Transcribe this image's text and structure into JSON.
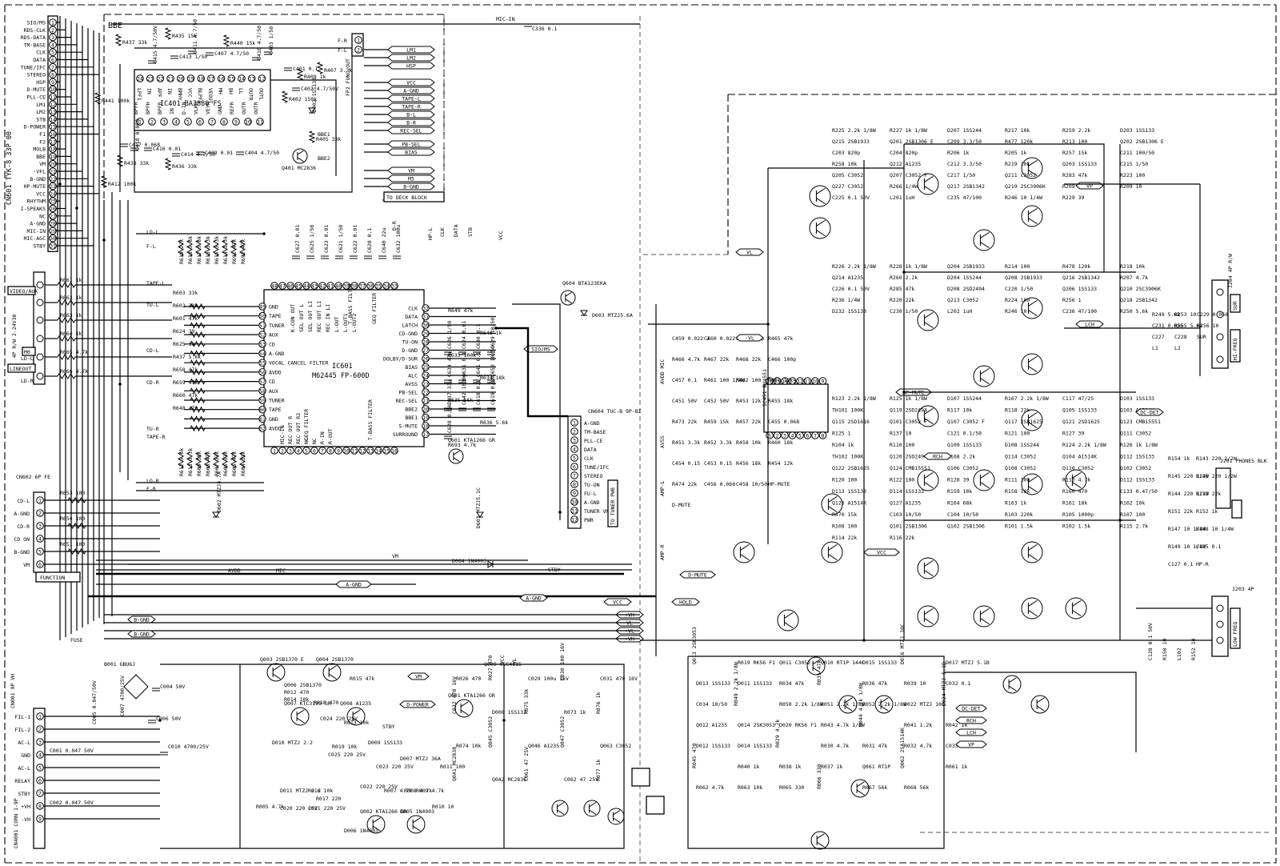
{
  "cn601": {
    "title": "CN601 TYK-8 33P 00",
    "pins": [
      "SIO/MS",
      "RDS-CLK",
      "RDS-DATA",
      "TM-BASE",
      "CLK",
      "DATA",
      "TUNE/IFC",
      "STEREO",
      "HSP",
      "D-MUTE",
      "PLL-CE",
      "LM1",
      "LM2",
      "STB",
      "D-POWER",
      "F1",
      "F2",
      "MOLB",
      "BBE",
      "VM",
      "-VFL",
      "B-GND",
      "HP-MUTE",
      "VCC",
      "RHYTHM",
      "I-SPEAKS",
      "NC",
      "A-GND",
      "MIC-IN",
      "MIC-AGC",
      "STBY"
    ]
  },
  "cn4": {
    "title": "4P R/W 2-24V30",
    "pins": [
      "VIDEO/AUX",
      "LD-L",
      "LD-R"
    ],
    "resistors": [
      "R661 1k",
      "R662 1k",
      "R663 1k",
      "R664 1k",
      "R665 4.7k",
      "R666 4.7k"
    ],
    "other_labels": [
      "M0",
      "LINEOUT",
      "LD-R"
    ]
  },
  "cn602": {
    "title": "CN602 6P FE",
    "pins": [
      "CD-L",
      "A-GND",
      "CD-R",
      "CD ON",
      "B-GND",
      "VM"
    ],
    "resistors": [
      "R653 100",
      "R654 100",
      "R651 100"
    ],
    "footer": "FUNCTION"
  },
  "cn001": {
    "title": "CN001 9P VH",
    "pins": [
      "FIL-1",
      "FIL-2",
      "AC-L",
      "GND",
      "AC-L",
      "RELAY",
      "STBY",
      "+VH",
      "-VH"
    ],
    "footer": "CN4001 CORN 1-9P"
  },
  "bbe": {
    "title": "BBE",
    "ic_label": "IC401 BA3880 FS",
    "ic_pins_top": [
      "LPF1",
      "IN",
      "APF",
      "IN",
      "BMHY",
      "VCC",
      "BLPF1",
      "VEOUT",
      "MH",
      "BH",
      "LL",
      "OUTR",
      "OUTL"
    ],
    "ic_pins_bottom": [
      "BPFR",
      "BPFH",
      "BPFR",
      "IN",
      "D-IN",
      "VLKR",
      "VEYR",
      "GND",
      "REFR",
      "OUTR",
      "OUTR"
    ],
    "resistors": [
      "R437 33k",
      "R435 15k",
      "R441 100k",
      "R438 33k",
      "R436 33k",
      "R412 100k",
      "R440 15k",
      "R409 1k",
      "R407 3.3k",
      "R402 150k",
      "R405 33k"
    ],
    "capacitors": [
      "C415 4.7/50V",
      "C413 1/50",
      "C417 0.068",
      "C418 0.068",
      "C416 0.01",
      "C414 4.7/50",
      "C411 4.7/50",
      "C407 4.7/50",
      "C409 0.01",
      "C410 4.7/50",
      "C401 0.1",
      "C404 4.7/50",
      "C403 1/50",
      "C402 4.7/50V"
    ],
    "transistor": "Q401 MC2836",
    "diode": "D402 1SS133",
    "other": [
      "BBE1",
      "BBE2"
    ],
    "fp2_label": "FP2 FUNC.OUT",
    "fp2_pins": [
      "F-R",
      "F-L"
    ]
  },
  "deck": {
    "top": [
      "LM1",
      "LM2",
      "HSP"
    ],
    "mid": [
      "VCC",
      "A-GND",
      "TAPE-L",
      "TAPE-R",
      "B-L",
      "B-R",
      "REC-SEL"
    ],
    "mid2": [
      "PB-SEL",
      "BIAS"
    ],
    "bot": [
      "VM",
      "M5",
      "B-GND"
    ],
    "block_label": "TO DECK BLOCK"
  },
  "mic_in": {
    "label": "MIC-IN",
    "cap": "C336 0.1"
  },
  "ic601": {
    "label": "IC601",
    "part": "M62445 FP-600D",
    "left_pins": [
      [
        "49",
        "GND"
      ],
      [
        "50",
        "TAPE"
      ],
      [
        "51",
        "TUNER"
      ],
      [
        "52",
        "AUX"
      ],
      [
        "53",
        "CD"
      ],
      [
        "54",
        "A-GND"
      ],
      [
        "55",
        "VOCAL CANCEL FILTER"
      ],
      [
        "56",
        "AVDD"
      ],
      [
        "57",
        "CD"
      ],
      [
        "58",
        "AUX"
      ],
      [
        "59",
        "TUNER"
      ],
      [
        "60",
        "TAPE"
      ],
      [
        "61",
        "GND"
      ],
      [
        "62",
        "AVDD"
      ]
    ],
    "right_pins": [
      [
        "32",
        "CLK"
      ],
      [
        "31",
        "DATA"
      ],
      [
        "30",
        "LATCH"
      ],
      [
        "29",
        "CD-GND"
      ],
      [
        "28",
        "TU-ON"
      ],
      [
        "27",
        "D-GND"
      ],
      [
        "26",
        "DOLBY/D-SUR"
      ],
      [
        "25",
        "BIAS"
      ],
      [
        "24",
        "ALC"
      ],
      [
        "23",
        "AVSS"
      ],
      [
        "22",
        "PB-SEL"
      ],
      [
        "21",
        "REC-SEL"
      ],
      [
        "20",
        "BBE2"
      ],
      [
        "19",
        "BBE1"
      ],
      [
        "18",
        "S-MUTE"
      ],
      [
        "17",
        "SURROUND"
      ]
    ],
    "top_pins": [
      "K-CON OUT",
      "SEL OUT L",
      "SEL OUT LI",
      "REC OUT LI",
      "REC IN LI",
      "L-OUT",
      "L-OUT1",
      "L-OUT2"
    ],
    "bottom_pins": [
      "MIC-IN",
      "REC OUT R",
      "REC OUT R2",
      "NC",
      "NC",
      "R-IN",
      "R-OUT"
    ],
    "filters": [
      "GEQ FILTER",
      "T-BASS FILTER",
      "GEQ FILTER",
      "T-BASS FILTER"
    ],
    "resistors": [
      "R619 22k",
      "R618 5.6k",
      "R617 5.6k",
      "R616 3.3k",
      "R615 3.3k",
      "R614 1.5k",
      "R691 47k",
      "R692 47k",
      "R610 22k",
      "R611 5.6k",
      "R612 5.6k",
      "R613 3.3k",
      "R609 18k",
      "R608 47k",
      "R607 33k",
      "R606 33k",
      "R605 47k",
      "R604 33k",
      "R603 33k",
      "R602 33k",
      "R601 47k",
      "R624 39",
      "R625 10",
      "R437 5.6k",
      "R658 47k",
      "R659 47k",
      "R660 47k",
      "R648 470",
      "R649 47k",
      "R646 1k",
      "R633 100k",
      "R634 18k",
      "R635 56k",
      "R636 5.6k",
      "R693 4.7k"
    ],
    "capacitors": [
      "C627 0.01",
      "C625 1/50",
      "C623 0.01",
      "C621 1/50",
      "C622 0.01",
      "C620 0.1",
      "C640 22u",
      "C632 100u",
      "C626 1/50",
      "C624 0.01",
      "C630 0.1",
      "C629 10/50",
      "C634 47u",
      "C631 0.1",
      "C641 0.1",
      "C650 10/50",
      "C637 33u",
      "C642 1000p",
      "C618 0.1",
      "C619 0.18",
      "C628 0.047"
    ],
    "lines": [
      "TAPE-L",
      "TU-L",
      "CD-L",
      "CD-R",
      "TU-R",
      "TAPE-R",
      "LO-R",
      "F-R",
      "LO-L",
      "F-L",
      "D-L",
      "D-R",
      "HP-L",
      "CLK",
      "DATA",
      "STB",
      "VCC",
      "SIO/MS"
    ],
    "transistors": [
      "Q604 BTA123EKA",
      "Q601 KTA1266 GR"
    ],
    "diodes": [
      "D603 MTZJ5.6A",
      "D601 MTZJ5.1C",
      "D602 MTZJ4.7A"
    ],
    "cn604": {
      "title": "CN604 TUC-B 9P-BI",
      "pins": [
        "A-GND",
        "TM-BASE",
        "PLL-CE",
        "DATA",
        "CLK",
        "TUNE/IFC",
        "STEREO",
        "TU-ON",
        "FU-L",
        "A-GND",
        "TUNER VM",
        "PWR"
      ],
      "footer": "TO TUNER PWB"
    }
  },
  "bus": {
    "labels": [
      "AVDD",
      "MIC",
      "VM",
      "D064 1N4003",
      "STBY",
      "A-GND",
      "B-GND",
      "VCC",
      "+VH",
      "-VH",
      "VL",
      "-VL"
    ]
  },
  "power": {
    "labels": [
      "FUSE",
      "B001 GBU6J",
      "C004 50V",
      "C005 0.047/50V",
      "C006 50V",
      "C007 4700/25V",
      "C010 4700/25V",
      "C001 0.047 50V",
      "C002 0.047 50V",
      "Q003 2SB1370 E",
      "Q004 2SB1370",
      "Q009 2SB1370",
      "Q006 2SB1370",
      "R012 470",
      "R014 10k",
      "R015 47k",
      "R019 10k",
      "R018 470",
      "R013 10k",
      "D009 1SS133",
      "D010 MTZJ 2.2",
      "D011 MTZJ 2.2",
      "R016 10k",
      "C020 220 25V",
      "C021 220 25V",
      "C022 220 25V",
      "C023 220 25V",
      "C024 220 25V",
      "C025 220 25V",
      "R017 220",
      "Q007 KTC3199 GR",
      "Q008 A1235",
      "Q001 KTA1266 GR",
      "Q002 KTA1266 GR",
      "D005 1N4003",
      "D006 1N4003",
      "D007 MTZJ 36A",
      "R007 4.7k",
      "R008 4.7k",
      "R009 4.7k",
      "R010 10",
      "R011 100",
      "R005 4.7k",
      "D-POWER",
      "STBY",
      "VM",
      "VCC",
      "VL"
    ],
    "regulator": [
      "Q009 CCC4115",
      "R026 470",
      "R027 470",
      "C029 100u 16V",
      "C030 100 16V",
      "C031 470 16V",
      "C032 470 16V",
      "D008 1SS133",
      "R075 33k",
      "R073 1k",
      "R076 1k",
      "R074 10k",
      "Q045 C3052",
      "Q046 A1235",
      "Q047 C3052",
      "Q063 C3052",
      "Q0A1 MC2838",
      "Q0A2 MC2836",
      "C061 47 25V",
      "C062 47 25V",
      "R077 1k"
    ]
  },
  "amp": {
    "top": [
      "R225 2.2k 1/8W",
      "R227 1k 1/8W",
      "D207 1SS244",
      "R217 10k",
      "R259 2.2k",
      "D203 1SS133",
      "Q215 2SB1933",
      "Q201 2SB1306 E",
      "C209 3.3/50",
      "R477 120k",
      "R213 100",
      "Q202 2SB1306 E",
      "C203 820p",
      "C204 820p",
      "R206 1k",
      "R205 1k",
      "R257 15k",
      "C211 100/50",
      "R258 10k",
      "Q212 A1235",
      "C212 3.3/50",
      "R219 10k",
      "Q203 1SS133",
      "C215 1/50",
      "Q205 C3052",
      "Q207 C3052 F",
      "C217 1/50",
      "Q211 C3052",
      "R283 47k",
      "R223 100",
      "Q227 C3052",
      "R266 1/4W",
      "Q217 2SB1342",
      "Q219 2SC3906K",
      "R209 1",
      "R209 10",
      "C225 0.1 50V",
      "L201 1uH",
      "C235 47/100",
      "R246 10 1/4W",
      "R229 39"
    ],
    "mid": [
      "R226 2.2k 1/8W",
      "R228 1k 1/8W",
      "Q204 2SB1933",
      "R214 100",
      "R478 120k",
      "R218 10k",
      "Q214 A1235",
      "R260 2.2k",
      "D204 1SS244",
      "Q208 2SB1933",
      "Q216 2SB1342",
      "R207 4.7k",
      "C226 0.1 50V",
      "R285 47k",
      "D208 2SD2494",
      "C220 1/50",
      "Q206 1SS133",
      "Q210 2SC3906K",
      "R236 1/4W",
      "R220 22k",
      "Q213 C3052",
      "R224 100",
      "R256 1",
      "Q218 2SB1342",
      "D232 1SS133",
      "C230 1/50",
      "L202 1uH",
      "R246 10",
      "C236 47/100",
      "R250 5.6k"
    ],
    "low": [
      "R123 2.2k 1/8W",
      "R125 1k 1/8W",
      "D107 1SS244",
      "R167 2.2k 1/8W",
      "C117 47/25",
      "D103 1SS133",
      "TH101 100K",
      "Q119 2SD2494",
      "R117 10k",
      "R118 22k",
      "Q105 1SS133",
      "Q103 A1514K",
      "Q115 2SD1616",
      "Q101 C3052 F",
      "Q107 C3052 F",
      "Q117 2SB1625",
      "Q121 2SD1625",
      "Q123 CMB15551",
      "R125 1",
      "R137 10",
      "C121 0.1/50",
      "R121 100",
      "R127 39",
      "Q111 C3052",
      "R104 1k",
      "R110 100",
      "Q109 1SS133",
      "D108 1SS244",
      "R124 2.2k 1/8W",
      "R126 1k 1/8W",
      "TH102 100K",
      "Q120 2SD2494",
      "R168 2.2k",
      "Q114 C3052",
      "Q104 A1514K",
      "Q112 1SS133",
      "Q122 2SB1625",
      "Q124 CMB15551",
      "Q106 C3052",
      "Q108 C3052",
      "Q110 C3052",
      "Q102 C3052",
      "R120 100",
      "R122 100",
      "R128 39",
      "R111 100",
      "R113 4.7k",
      "D112 1SS133",
      "D113 1SS133",
      "D114 1SS133",
      "R159 10k",
      "R158 10k",
      "R160 470",
      "C133 0.47/50",
      "Q126 A1514K",
      "Q127 A1235",
      "R164 68k",
      "R163 1k",
      "R161 18k",
      "R162 10k",
      "R470 15k",
      "C103 10/50",
      "C104 10/50",
      "R103 220k",
      "R105 1000p",
      "R107 100",
      "R108 100",
      "Q101 2SB1306",
      "Q102 2SB1306",
      "R101 1.5k",
      "R102 1.5k",
      "R115 2.7k",
      "R114 22k",
      "R116 22k"
    ],
    "ic451": [
      "IC451 BU4551",
      "C459 0.022 J",
      "C460 0.022 J",
      "C461 100p",
      "R465 47k",
      "R466 4.7k",
      "R467 22k",
      "R468 22k",
      "C466 100p",
      "C457 0.1",
      "R461 100 1/8W",
      "R462 100",
      "R467 12k",
      "C451 50V",
      "C452 50V",
      "R453 12k",
      "R455 18k",
      "R473 22k",
      "R459 15k",
      "R457 22k",
      "C455 0.068",
      "R451 3.3k",
      "R452 3.3k",
      "R458 10k",
      "R460 18k",
      "C454 0.15",
      "C453 0.15",
      "R456 18k",
      "R454 12k",
      "R474 22k",
      "C456 0.068",
      "C458 10/50",
      "HP-MUTE",
      "D-MUTE"
    ],
    "lines": [
      "VL",
      "-VL",
      "+VH",
      "-VH",
      "VCC",
      "AVDD MIC",
      "AVSS",
      "AMP-L",
      "AMP-R",
      "HOLD",
      "D-MUTE",
      "HP-MUTE",
      "DC-DET",
      "RCH",
      "LCH",
      "VP",
      "LCH",
      "RCH"
    ]
  },
  "protect": {
    "labels": [
      "Q013 2SK3053",
      "R019 RK56 F1",
      "Q011 C3052",
      "Q010 RT1P 144C",
      "D015 1SS133",
      "D016 MTZJ 10C",
      "D017 MTZJ 5.1B",
      "D013 1SS133",
      "D011 1SS133",
      "R034 47k",
      "R035 47k",
      "R036 47k",
      "R039 10",
      "C032 0.1",
      "C034 10/50",
      "R049 2.2k 1/8W",
      "R050 2.2k 1/8W",
      "R051 2.2k 1/8W",
      "R052 2.2k 1/8W",
      "D022 MTZJ 10C",
      "D024 MTZJ 5.1B",
      "Q012 A1235",
      "Q014 2SK3053",
      "D020 RK56 F1",
      "R043 4.7k 1/8W",
      "R044 4.7k 1/8W",
      "R041 1.2k",
      "R042 1k",
      "D012 1SS133",
      "D014 1SS133",
      "R029 4.7k",
      "R030 4.7k",
      "R031 47k",
      "R032 4.7k",
      "C033 10/50",
      "R045 470",
      "R040 1k",
      "R038 1k",
      "R037 1k",
      "Q061 RT1P",
      "Q062 2SA1514K",
      "R061 1k",
      "R062 4.7k",
      "R063 10k",
      "R065 330",
      "R066 330",
      "R067 56k",
      "R068 56k",
      "DC-DET",
      "RCH",
      "LCH",
      "VP"
    ]
  },
  "outputs": {
    "j204": {
      "title": "J204 4P R/W",
      "pins": [
        "SUR",
        "HP-L",
        "HP-R"
      ],
      "labels": [
        "R249 5.6k",
        "R253 10",
        "C229 0.056",
        "C231 0.056",
        "R255 5.6k",
        "R256 10",
        "C227",
        "C228",
        "SUR",
        "L1",
        "L2"
      ]
    },
    "j201": {
      "title": "J201 PHONES BLK",
      "labels": [
        "R154 1k",
        "R143 220 1/2W",
        "R145 220 1/2W",
        "R146 220 1/2W",
        "R144 220 1/2W",
        "R153 22k",
        "R151 22k",
        "R152 1k",
        "R147 10 1/4W",
        "R148 10 1/4W",
        "R149 10 1/4W",
        "C125 0.1",
        "C127 0.1",
        "HP-R"
      ]
    },
    "j203": {
      "title": "J203 4P",
      "labels": [
        "LOW FREQ",
        "C128 0.1 50V",
        "R150 10",
        "L102",
        "R152 10"
      ]
    }
  }
}
